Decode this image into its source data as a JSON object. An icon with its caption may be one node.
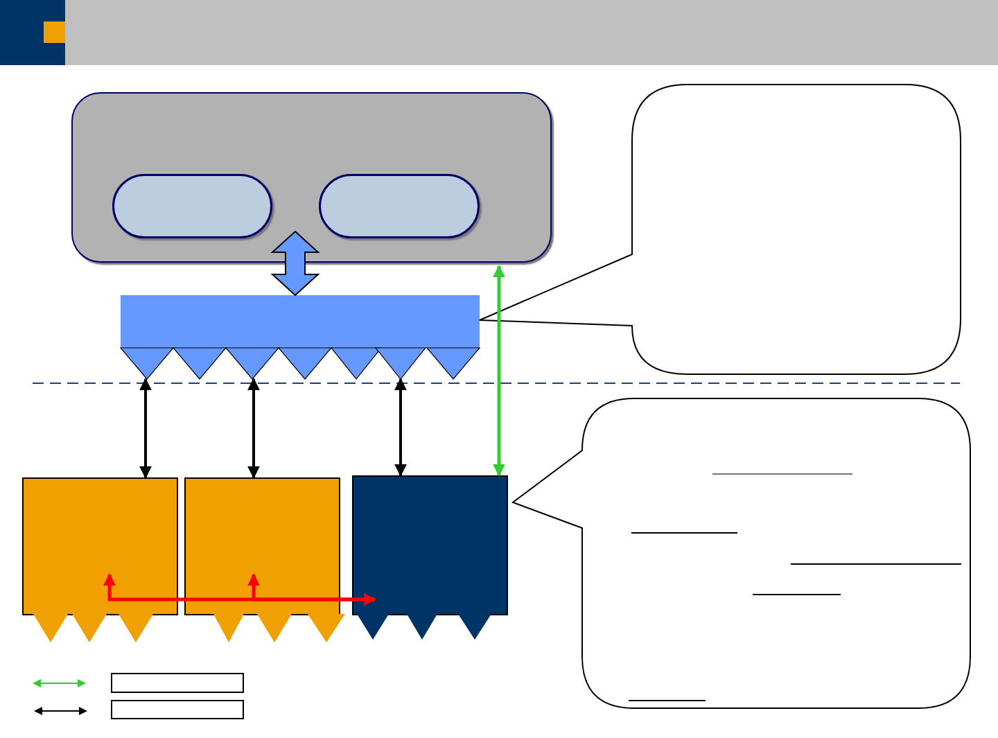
{
  "diagram": {
    "nodes": [
      {
        "text": [],
        "shape": "box"
      },
      {
        "text": [],
        "shape": "pill",
        "in": 0
      },
      {
        "text": [],
        "shape": "pill",
        "in": 0
      },
      {
        "text": [],
        "shape": "bar"
      },
      {
        "text": [],
        "shape": "box"
      },
      {
        "text": [],
        "shape": "box"
      },
      {
        "text": [],
        "shape": "box"
      },
      {
        "text": [],
        "shape": "callout"
      },
      {
        "text": [],
        "shape": "callout"
      },
      {
        "text": [],
        "shape": "box"
      },
      {
        "text": [],
        "shape": "box"
      }
    ],
    "edges": [
      {
        "from": 0,
        "to": 3,
        "arrow": "both",
        "style": "thick",
        "color": "#6699ff"
      },
      {
        "from": 3,
        "to": 4,
        "arrow": "both"
      },
      {
        "from": 3,
        "to": 5,
        "arrow": "both"
      },
      {
        "from": 3,
        "to": 6,
        "arrow": "both"
      },
      {
        "from": 0,
        "to": 6,
        "arrow": "both",
        "color": "#33cc33"
      },
      {
        "from": 4,
        "to": 6,
        "arrow": "both",
        "color": "#ff0000"
      },
      {
        "from": 5,
        "to": 6,
        "arrow": "both",
        "color": "#ff0000"
      }
    ]
  }
}
